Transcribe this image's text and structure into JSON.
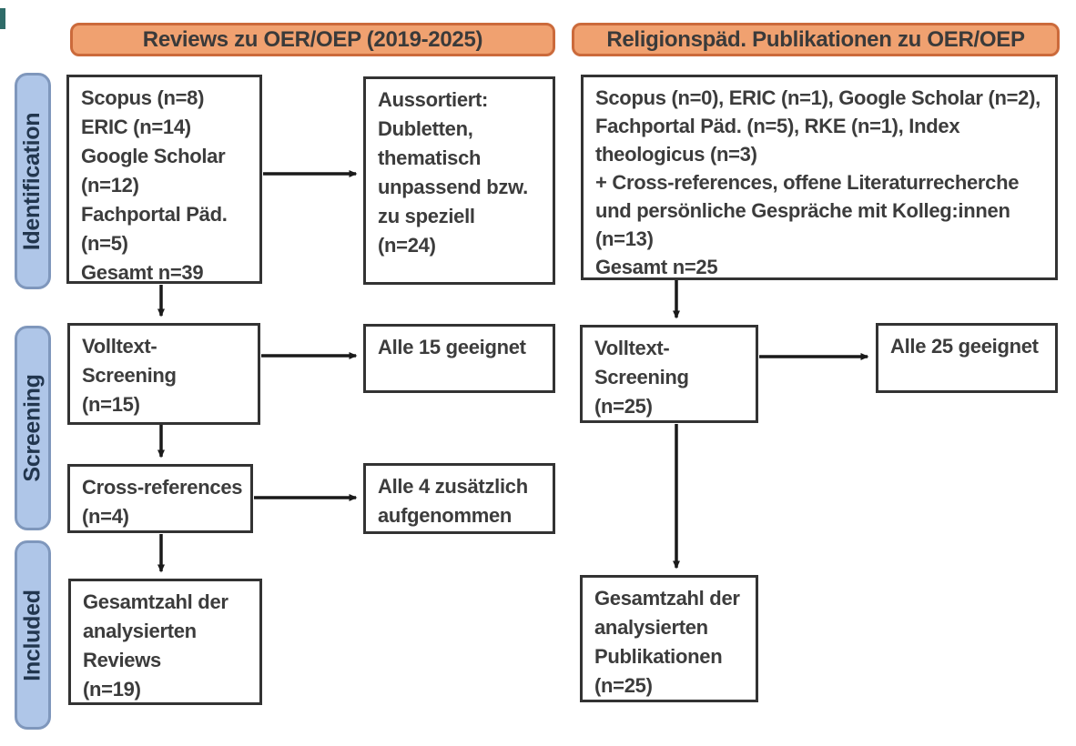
{
  "headers": {
    "left": "Reviews zu OER/OEP (2019-2025)",
    "right": "Religionspäd. Publikationen zu OER/OEP"
  },
  "stages": [
    {
      "label": "Identification"
    },
    {
      "label": "Screening"
    },
    {
      "label": "Included"
    }
  ],
  "left_column": {
    "identification_sources": "Scopus (n=8)\nERIC (n=14)\nGoogle Scholar\n(n=12)\nFachportal Päd.\n(n=5)\nGesamt n=39",
    "excluded": "Aussortiert:\nDubletten,\nthematisch\nunpassend bzw.\nzu speziell\n(n=24)",
    "fulltext_screening": "Volltext-\nScreening\n(n=15)",
    "fulltext_result": "Alle 15 geeignet",
    "cross_references": "Cross-references\n(n=4)",
    "cross_references_result": "Alle 4 zusätzlich\naufgenommen",
    "included_total": "Gesamtzahl der\nanalysierten\nReviews\n(n=19)"
  },
  "right_column": {
    "identification_sources": "Scopus (n=0), ERIC (n=1), Google Scholar (n=2),\nFachportal Päd. (n=5), RKE (n=1), Index\ntheologicus (n=3)\n+ Cross-references, offene Literaturrecherche\nund persönliche Gespräche mit Kolleg:innen\n(n=13)\nGesamt n=25",
    "fulltext_screening": "Volltext-\nScreening\n(n=25)",
    "fulltext_result": "Alle 25 geeignet",
    "included_total": "Gesamtzahl der\nanalysierten\nPublikationen\n(n=25)"
  },
  "colors": {
    "header_fill": "#F0A170",
    "header_border": "#CB6A3B",
    "stage_fill": "#AFC6E8",
    "stage_border": "#7F97BC",
    "stage_text": "#22364E",
    "box_border": "#333333",
    "box_text": "#3C3C3C",
    "arrow": "#1A1A1A",
    "background": "#FFFFFF"
  }
}
